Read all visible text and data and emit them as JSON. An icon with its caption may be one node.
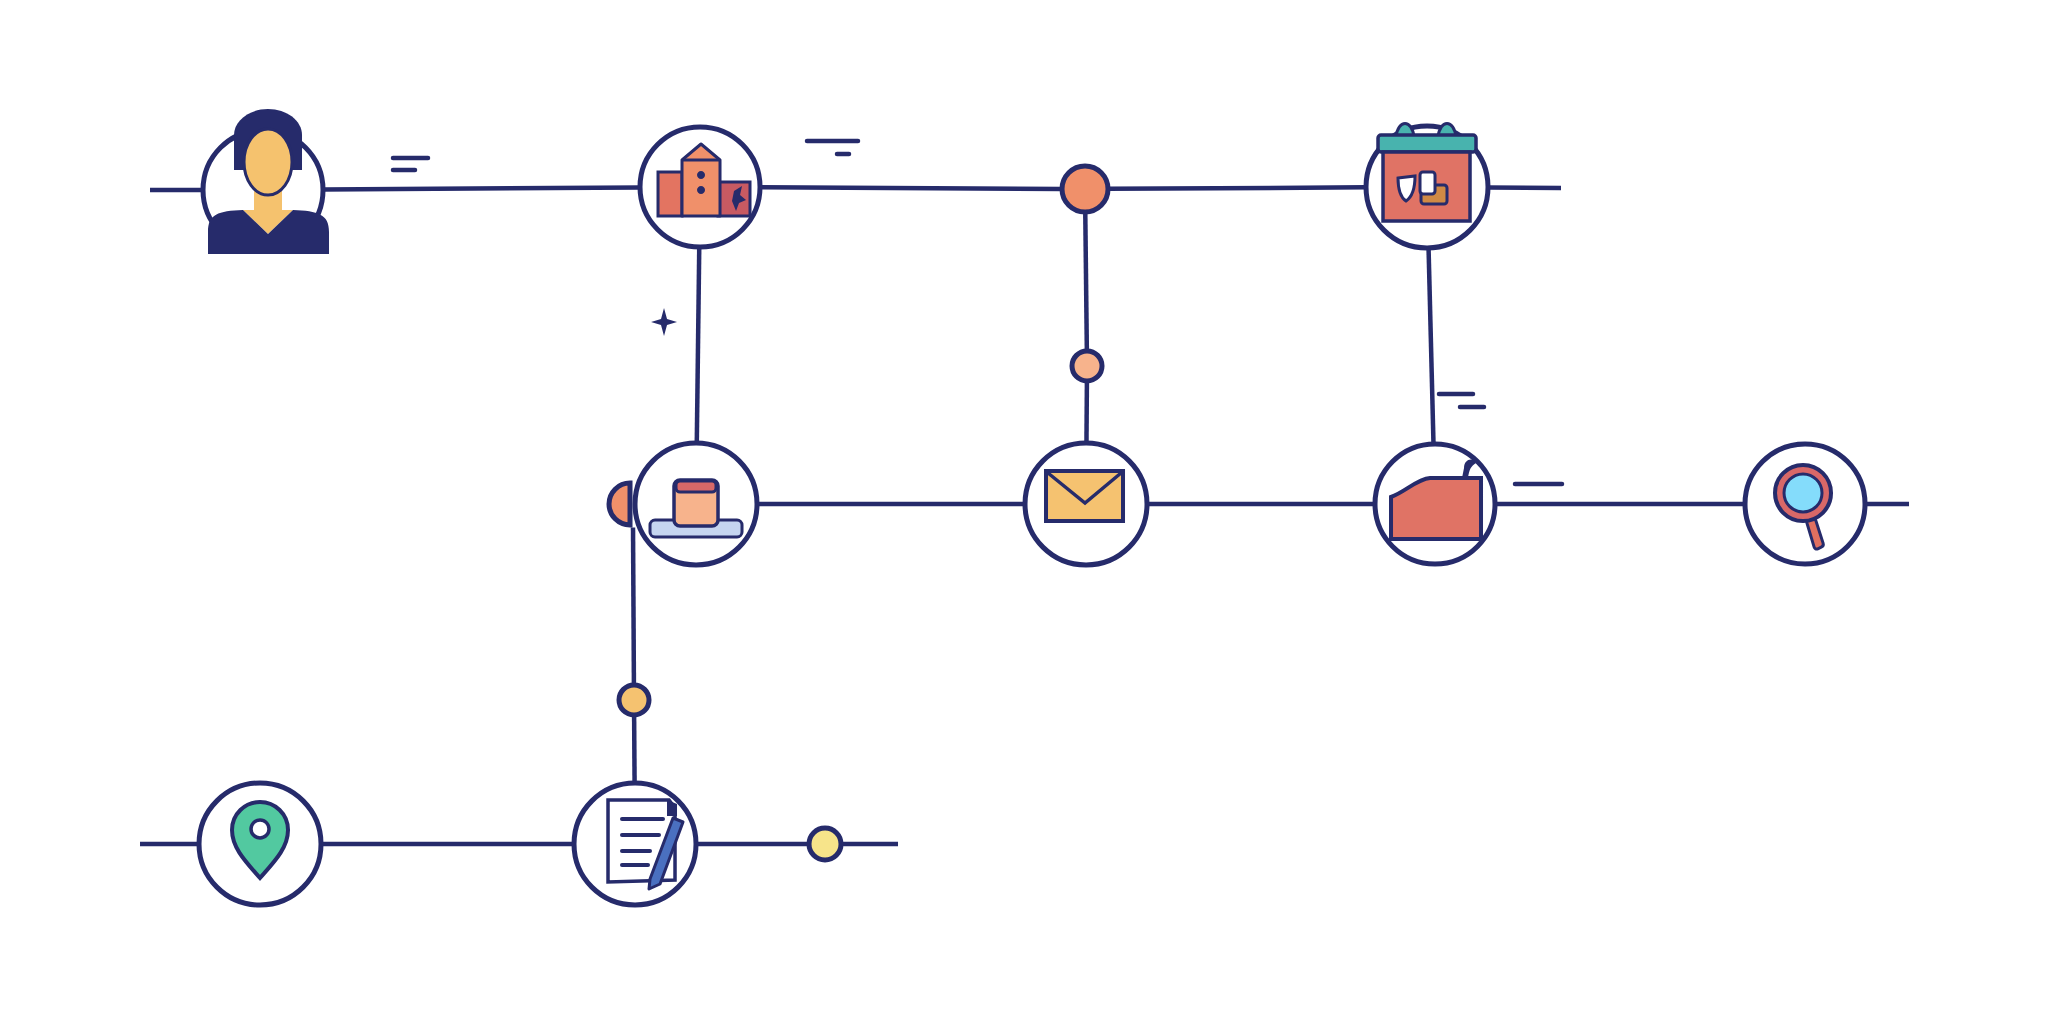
{
  "diagram": {
    "nodes": [
      {
        "text": [],
        "shape": "person"
      },
      {
        "text": [],
        "shape": "circle"
      },
      {
        "text": [],
        "shape": "circle"
      },
      {
        "text": [],
        "shape": "circle"
      },
      {
        "text": [],
        "shape": "circle"
      },
      {
        "text": [],
        "shape": "circle"
      },
      {
        "text": [],
        "shape": "circle"
      },
      {
        "text": [],
        "shape": "circle"
      },
      {
        "text": [],
        "shape": "circle"
      },
      {
        "text": [],
        "shape": "circle"
      },
      {
        "text": [],
        "shape": "circle"
      },
      {
        "text": [],
        "shape": "circle"
      },
      {
        "text": [],
        "shape": "circle"
      },
      {
        "text": [],
        "shape": "circle"
      }
    ],
    "edges": [
      {
        "from": null,
        "to": 0,
        "arrow": "none"
      },
      {
        "from": 0,
        "to": 1,
        "arrow": "none"
      },
      {
        "from": 1,
        "to": 2,
        "arrow": "none"
      },
      {
        "from": 2,
        "to": 3,
        "arrow": "none"
      },
      {
        "from": 3,
        "to": null,
        "arrow": "none"
      },
      {
        "from": 1,
        "to": 6,
        "arrow": "none"
      },
      {
        "from": 2,
        "to": 4,
        "arrow": "none"
      },
      {
        "from": 4,
        "to": 7,
        "arrow": "none"
      },
      {
        "from": 3,
        "to": 8,
        "arrow": "none"
      },
      {
        "from": 6,
        "to": 7,
        "arrow": "none"
      },
      {
        "from": 7,
        "to": 8,
        "arrow": "none"
      },
      {
        "from": 8,
        "to": 9,
        "arrow": "none"
      },
      {
        "from": 9,
        "to": null,
        "arrow": "none"
      },
      {
        "from": 5,
        "to": 10,
        "arrow": "none"
      },
      {
        "from": 10,
        "to": 12,
        "arrow": "none"
      },
      {
        "from": null,
        "to": 11,
        "arrow": "none"
      },
      {
        "from": 11,
        "to": 12,
        "arrow": "none"
      },
      {
        "from": 12,
        "to": 13,
        "arrow": "none"
      },
      {
        "from": 13,
        "to": null,
        "arrow": "none"
      }
    ]
  }
}
